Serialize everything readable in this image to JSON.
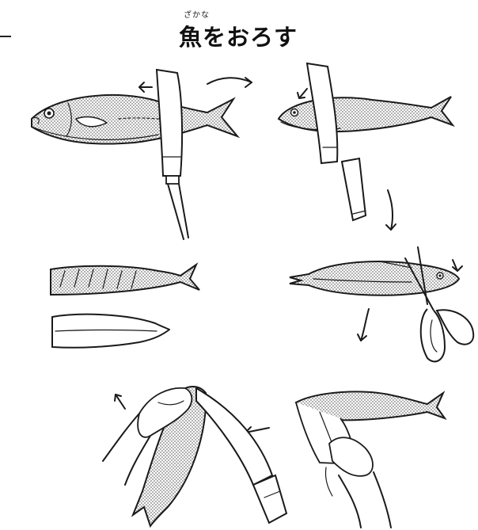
{
  "title": {
    "ruby": "ざかな",
    "text": "魚をおろす"
  },
  "steps": [
    {
      "id": 1,
      "icon": "fish-head-cut-icon"
    },
    {
      "id": 2,
      "icon": "fish-head-remove-icon"
    },
    {
      "id": 3,
      "icon": "fish-scissors-belly-icon"
    },
    {
      "id": 4,
      "icon": "fish-wipe-cloth-icon"
    },
    {
      "id": 5,
      "icon": "fish-fillet-knife-icon"
    },
    {
      "id": 6,
      "icon": "fish-fillets-icon"
    }
  ]
}
